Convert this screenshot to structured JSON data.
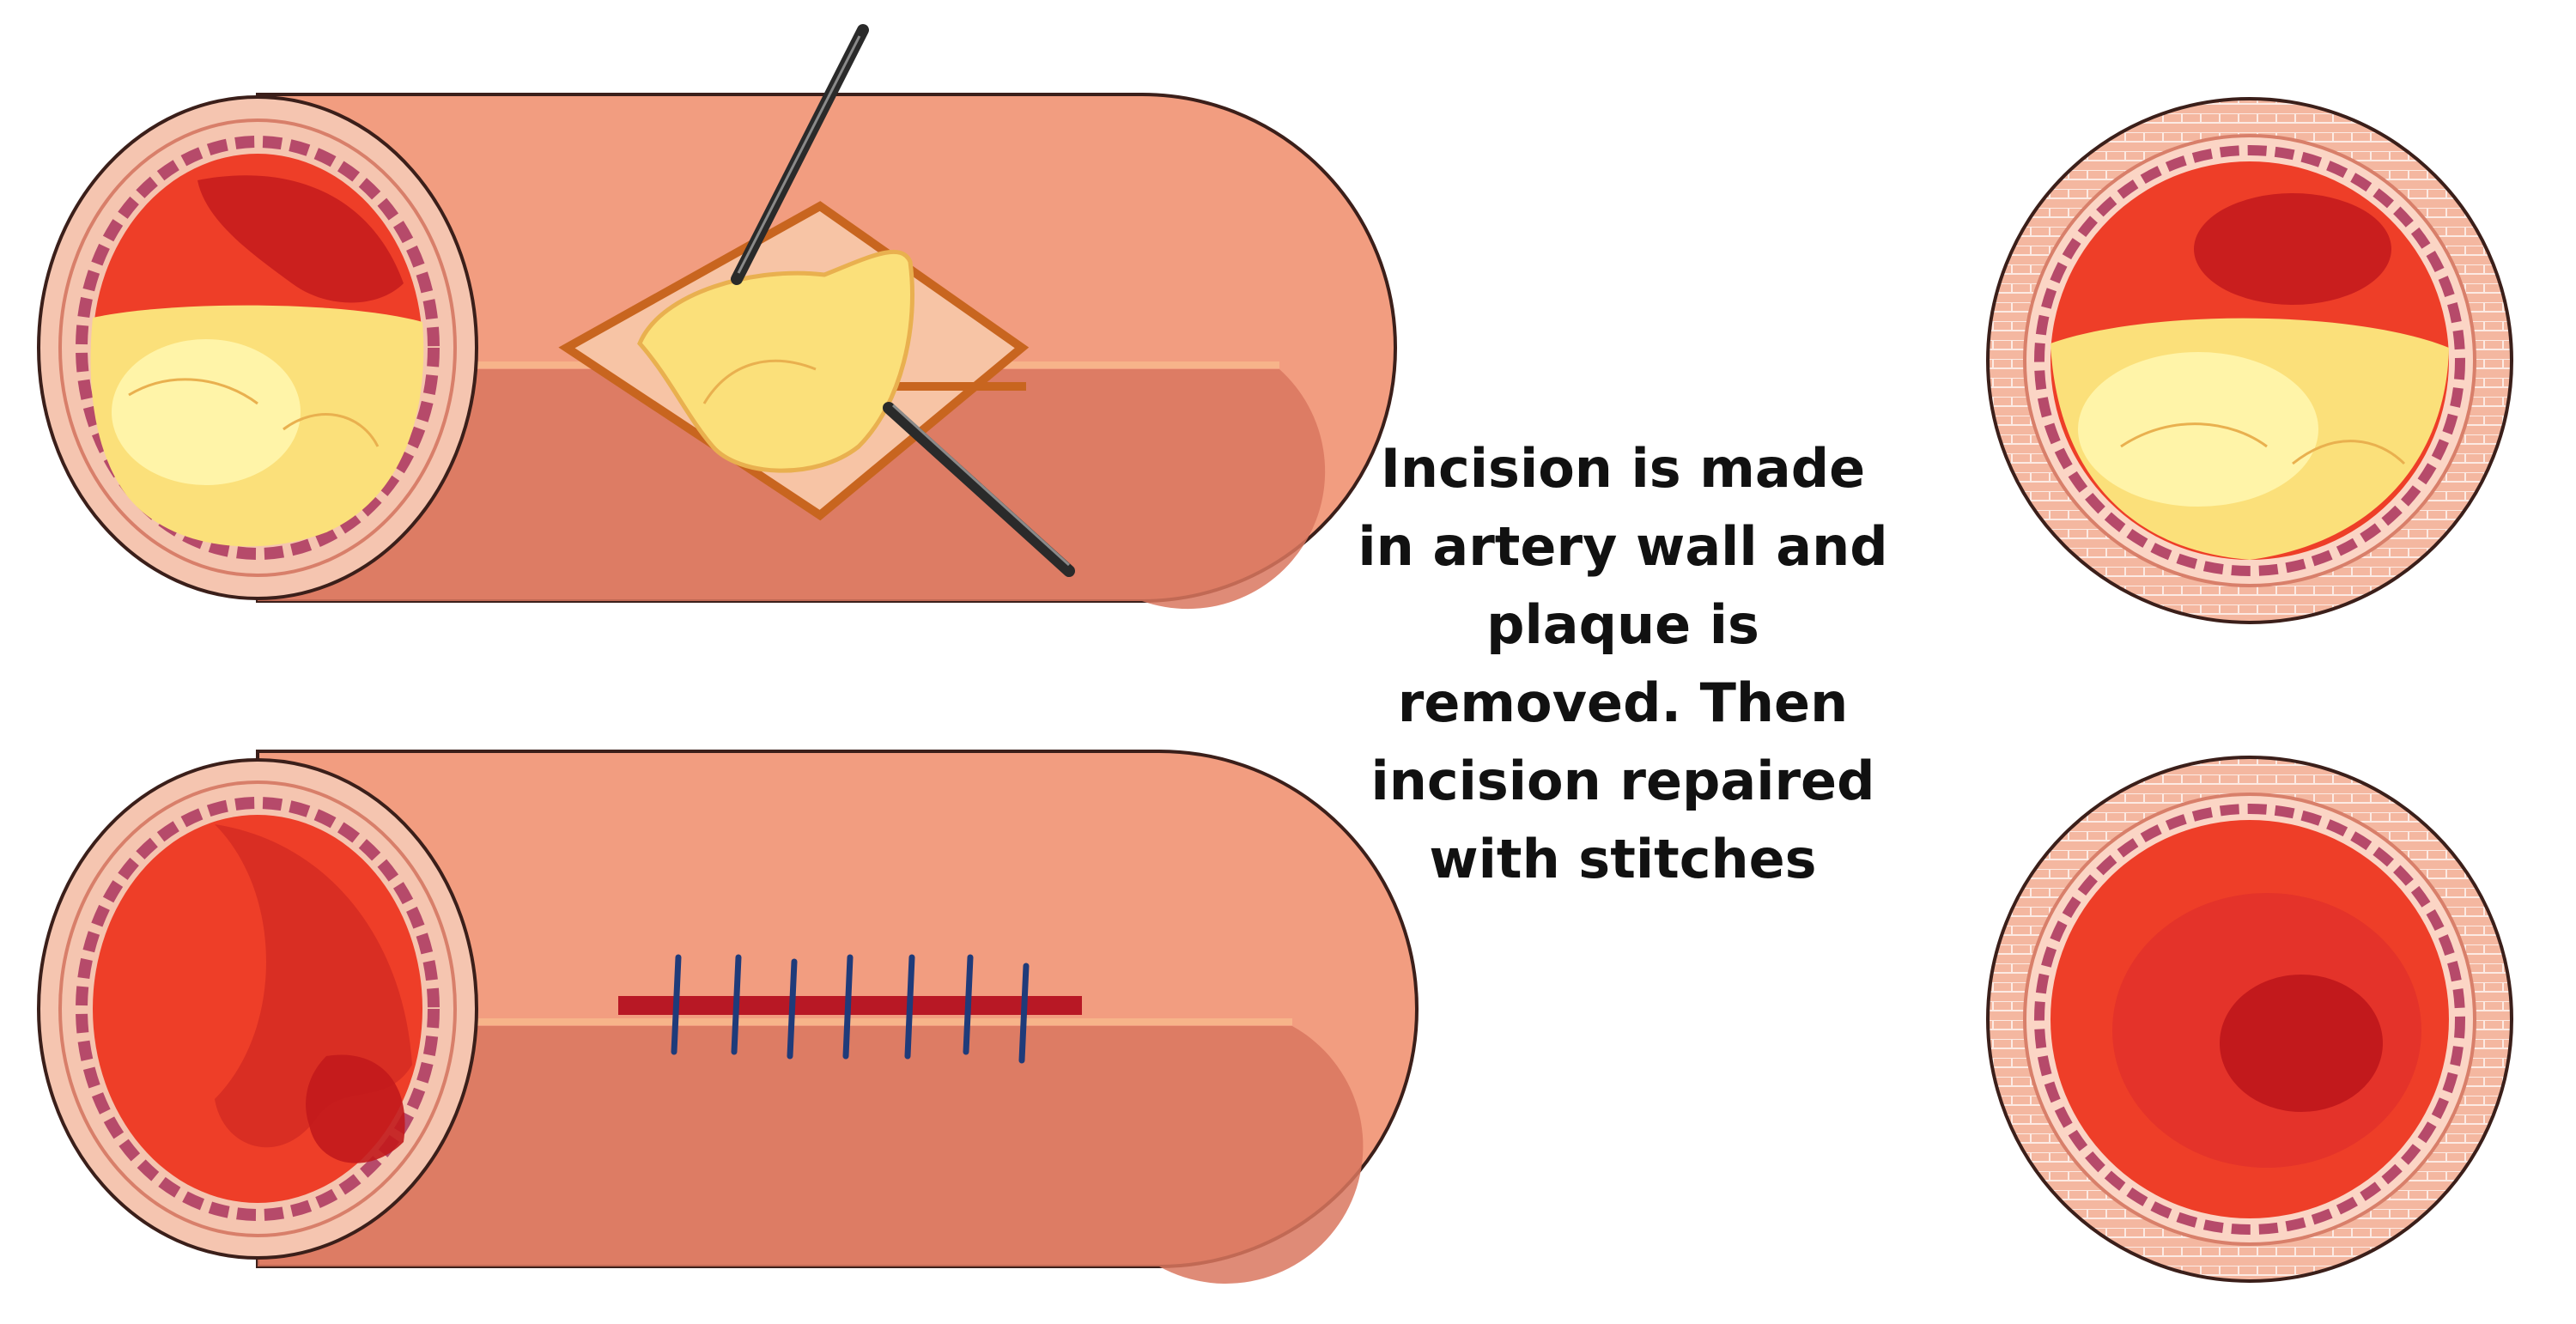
{
  "caption": {
    "lines": [
      "Incision is made",
      "in artery wall and",
      "plaque is",
      "removed. Then",
      "incision repaired",
      "with stitches"
    ]
  },
  "colors": {
    "vessel_outer": "#f29d80",
    "vessel_shadow": "#d9775f",
    "outline": "#3b1f1a",
    "wall_ring": "#f5c5b0",
    "wall_line": "#d87f6a",
    "lumen": "#ee3e28",
    "lumen_dark": "#c2191c",
    "plaque": "#fbe07a",
    "plaque_light": "#fff4a8",
    "plaque_edge": "#e9b04f",
    "incision_frame": "#c8651f",
    "instrument": "#2a2a2a",
    "stitch": "#1f3b7a",
    "incision_line": "#b81825"
  },
  "icons": {
    "top_left": "artery-with-plaque-incision-icon",
    "bottom_left": "artery-stitched-icon",
    "top_right": "artery-cross-section-plaque-icon",
    "bottom_right": "artery-cross-section-clear-icon"
  }
}
